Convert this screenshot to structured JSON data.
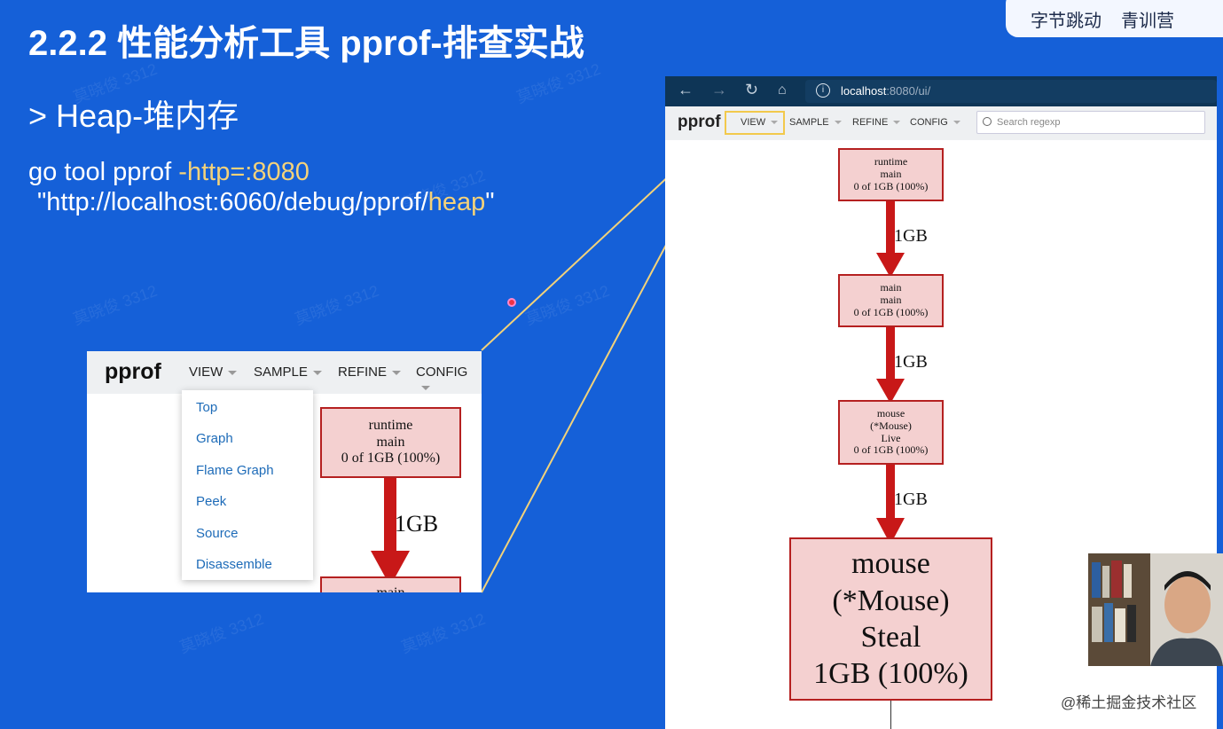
{
  "slide": {
    "title": "2.2.2 性能分析工具 pprof-排查实战",
    "subtitle": "> Heap-堆内存",
    "command_prefix": "go tool pprof ",
    "command_flag": "-http=:8080",
    "url_quote_open": "\"http://localhost:6060/debug/pprof/",
    "url_heap": "heap",
    "url_quote_close": "\""
  },
  "brand": {
    "left": "字节跳动",
    "right": "青训营"
  },
  "watermark_text": "莫晓俊 3312",
  "small_view": {
    "logo": "pprof",
    "menus": [
      "VIEW",
      "SAMPLE",
      "REFINE",
      "CONFIG"
    ],
    "dropdown": [
      "Top",
      "Graph",
      "Flame Graph",
      "Peek",
      "Source",
      "Disassemble"
    ],
    "node1": [
      "runtime",
      "main",
      "0 of 1GB (100%)"
    ],
    "edge_label": "1GB",
    "node2_partial": "main"
  },
  "browser": {
    "url_host": "localhost",
    "url_path": ":8080/ui/",
    "logo": "pprof",
    "menus": [
      "VIEW",
      "SAMPLE",
      "REFINE",
      "CONFIG"
    ],
    "search_placeholder": "Search regexp",
    "nodes": [
      [
        "runtime",
        "main",
        "0 of 1GB (100%)"
      ],
      [
        "main",
        "main",
        "0 of 1GB (100%)"
      ],
      [
        "mouse",
        "(*Mouse)",
        "Live",
        "0 of 1GB (100%)"
      ],
      [
        "mouse",
        "(*Mouse)",
        "Steal",
        "1GB (100%)"
      ]
    ],
    "edge_labels": [
      "1GB",
      "1GB",
      "1GB"
    ]
  },
  "footer": "@稀土掘金技术社区",
  "colors": {
    "slide_bg": "#1560d8",
    "node_fill": "#f4d0d0",
    "node_border": "#b52020",
    "edge": "#c81818",
    "highlight": "#f2c94c"
  }
}
